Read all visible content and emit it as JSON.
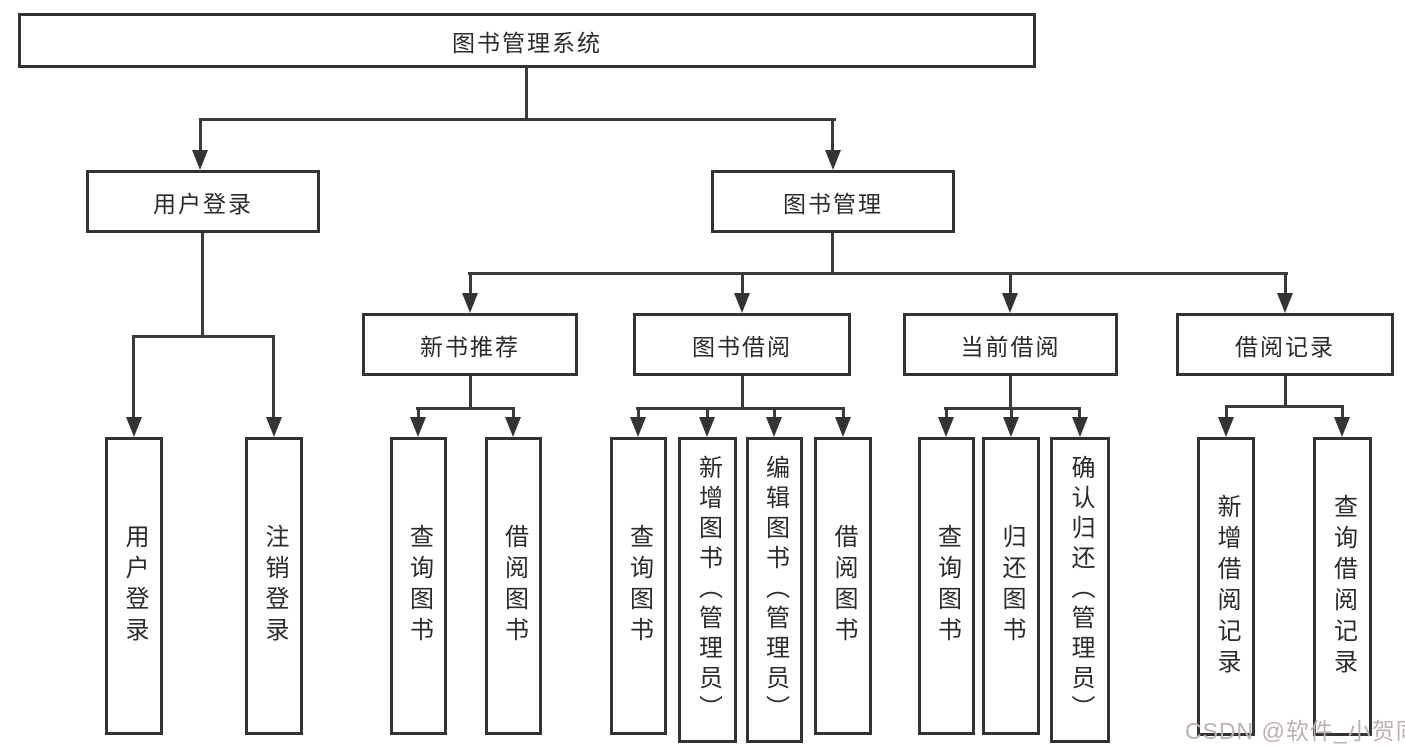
{
  "diagram": {
    "root": "图书管理系统",
    "branches": [
      {
        "label": "用户登录",
        "leaves": [
          "用户登录",
          "注销登录"
        ]
      },
      {
        "label": "图书管理",
        "groups": [
          {
            "label": "新书推荐",
            "leaves": [
              "查询图书",
              "借阅图书"
            ]
          },
          {
            "label": "图书借阅",
            "leaves": [
              "查询图书",
              "新增图书（管理员）",
              "编辑图书（管理员）",
              "借阅图书"
            ]
          },
          {
            "label": "当前借阅",
            "leaves": [
              "查询图书",
              "归还图书",
              "确认归还（管理员）"
            ]
          },
          {
            "label": "借阅记录",
            "leaves": [
              "新增借阅记录",
              "查询借阅记录"
            ]
          }
        ]
      }
    ],
    "watermark": "CSDN @软件_小贺同学",
    "colors": {
      "line": "#3a3a3a",
      "border": "#333333",
      "text": "#2b2b2b",
      "watermark": "#bcb0b0"
    }
  }
}
